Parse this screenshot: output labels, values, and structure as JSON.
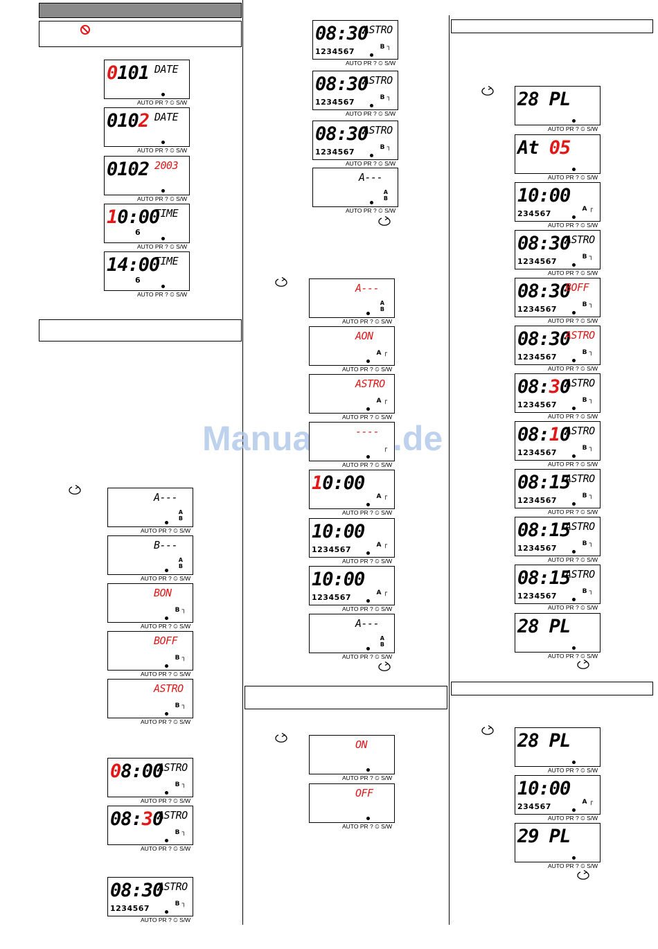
{
  "watermark": "ManualsLib.de",
  "caption": "AUTO PR ? ⏲ S/W",
  "col1": {
    "screens_top": [
      {
        "big": [
          {
            "t": "0",
            "c": "#e01818"
          },
          {
            "t": "101",
            "c": "#000"
          }
        ],
        "small": "DATE",
        "small_color": "#000",
        "days": "",
        "ab": "",
        "sym": ""
      },
      {
        "big": [
          {
            "t": "010",
            "c": "#000"
          },
          {
            "t": "2",
            "c": "#e01818"
          }
        ],
        "small": "DATE",
        "small_color": "#000",
        "days": "",
        "ab": "",
        "sym": ""
      },
      {
        "big": [
          {
            "t": "0102",
            "c": "#000"
          }
        ],
        "small": "2003",
        "small_color": "#e01818",
        "days": "",
        "ab": "",
        "sym": ""
      },
      {
        "big": [
          {
            "t": "1",
            "c": "#e01818"
          },
          {
            "t": "0:00",
            "c": "#000"
          }
        ],
        "small": "TIME",
        "small_color": "#000",
        "days": "6",
        "ab": "",
        "sym": ""
      },
      {
        "big": [
          {
            "t": "14:00",
            "c": "#000"
          }
        ],
        "small": "TIME",
        "small_color": "#000",
        "days": "6",
        "ab": "",
        "sym": ""
      }
    ],
    "screens_mid": [
      {
        "big": [],
        "small": "A---",
        "small_color": "#000",
        "days": "",
        "ab": "A\nB",
        "sym": ""
      },
      {
        "big": [],
        "small": "B---",
        "small_color": "#000",
        "days": "",
        "ab": "A\nB",
        "sym": ""
      },
      {
        "big": [],
        "small": "BON",
        "small_color": "#e01818",
        "days": "",
        "ab": "",
        "sym": "B ┐"
      },
      {
        "big": [],
        "small": "BOFF",
        "small_color": "#e01818",
        "days": "",
        "ab": "",
        "sym": "B ┐"
      },
      {
        "big": [],
        "small": "ASTRO",
        "small_color": "#e01818",
        "days": "",
        "ab": "",
        "sym": "B ┐"
      }
    ],
    "screens_bot": [
      {
        "big": [
          {
            "t": "0",
            "c": "#e01818"
          },
          {
            "t": "8:00",
            "c": "#000"
          }
        ],
        "small": "ASTRO",
        "small_color": "#000",
        "days": "",
        "ab": "",
        "sym": "B ┐"
      },
      {
        "big": [
          {
            "t": "08:",
            "c": "#000"
          },
          {
            "t": "3",
            "c": "#e01818"
          },
          {
            "t": "0",
            "c": "#000"
          }
        ],
        "small": "ASTRO",
        "small_color": "#000",
        "days": "",
        "ab": "",
        "sym": "B ┐"
      },
      {
        "big": [
          {
            "t": "08:30",
            "c": "#000"
          }
        ],
        "small": "ASTRO",
        "small_color": "#000",
        "days": "1234567",
        "ab": "",
        "sym": "B ┐"
      }
    ]
  },
  "col2": {
    "screens_top": [
      {
        "big": [
          {
            "t": "08:30",
            "c": "#000"
          }
        ],
        "small": "ASTRO",
        "small_color": "#000",
        "days": "1234567",
        "ab": "",
        "sym": "B ┐"
      },
      {
        "big": [
          {
            "t": "08:30",
            "c": "#000"
          }
        ],
        "small": "ASTRO",
        "small_color": "#000",
        "days": "1234567",
        "ab": "",
        "sym": "B ┐"
      },
      {
        "big": [
          {
            "t": "08:30",
            "c": "#000"
          }
        ],
        "small": "ASTRO",
        "small_color": "#000",
        "days": "1234567",
        "ab": "",
        "sym": "B ┐"
      },
      {
        "big": [],
        "small": "A---",
        "small_color": "#000",
        "days": "",
        "ab": "A\nB",
        "sym": ""
      }
    ],
    "screens_mid": [
      {
        "big": [],
        "small": "A---",
        "small_color": "#e01818",
        "days": "",
        "ab": "A\nB",
        "sym": ""
      },
      {
        "big": [],
        "small": "AON",
        "small_color": "#e01818",
        "days": "",
        "ab": "",
        "sym": "A ┌"
      },
      {
        "big": [],
        "small": "ASTRO",
        "small_color": "#e01818",
        "days": "",
        "ab": "",
        "sym": "A ┌"
      },
      {
        "big": [],
        "small": "----",
        "small_color": "#e01818",
        "days": "",
        "ab": "",
        "sym": "┌"
      },
      {
        "big": [
          {
            "t": "1",
            "c": "#e01818"
          },
          {
            "t": "0:00",
            "c": "#000"
          }
        ],
        "small": "",
        "small_color": "#000",
        "days": "",
        "ab": "",
        "sym": "A ┌"
      },
      {
        "big": [
          {
            "t": "10:00",
            "c": "#000"
          }
        ],
        "small": "",
        "small_color": "#000",
        "days": "1234567",
        "ab": "",
        "sym": "A ┌"
      },
      {
        "big": [
          {
            "t": "10:00",
            "c": "#000"
          }
        ],
        "small": "",
        "small_color": "#000",
        "days": "1234567",
        "ab": "",
        "sym": "A ┌"
      },
      {
        "big": [],
        "small": "A---",
        "small_color": "#000",
        "days": "",
        "ab": "A\nB",
        "sym": ""
      }
    ],
    "screens_bot": [
      {
        "big": [],
        "small": "ON",
        "small_color": "#e01818",
        "days": "",
        "ab": "",
        "sym": ""
      },
      {
        "big": [],
        "small": "OFF",
        "small_color": "#e01818",
        "days": "",
        "ab": "",
        "sym": ""
      }
    ]
  },
  "col3": {
    "screens_top": [
      {
        "big": [
          {
            "t": "28 PL",
            "c": "#000"
          }
        ],
        "small": "",
        "small_color": "#000",
        "days": "",
        "ab": "",
        "sym": ""
      },
      {
        "big": [
          {
            "t": "At ",
            "c": "#000"
          },
          {
            "t": "05",
            "c": "#e01818"
          }
        ],
        "small": "",
        "small_color": "#000",
        "days": "",
        "ab": "",
        "sym": ""
      },
      {
        "big": [
          {
            "t": "10:00",
            "c": "#000"
          }
        ],
        "small": "",
        "small_color": "#000",
        "days": "234567",
        "ab": "",
        "sym": "A ┌"
      },
      {
        "big": [
          {
            "t": "08:30",
            "c": "#000"
          }
        ],
        "small": "ASTRO",
        "small_color": "#000",
        "days": "1234567",
        "ab": "",
        "sym": "B ┐"
      },
      {
        "big": [
          {
            "t": "08:30",
            "c": "#000"
          }
        ],
        "small": "BOFF",
        "small_color": "#e01818",
        "days": "1234567",
        "ab": "",
        "sym": "B ┐"
      },
      {
        "big": [
          {
            "t": "08:30",
            "c": "#000"
          }
        ],
        "small": "ASTRO",
        "small_color": "#e01818",
        "days": "1234567",
        "ab": "",
        "sym": "B ┐"
      },
      {
        "big": [
          {
            "t": "08:",
            "c": "#000"
          },
          {
            "t": "3",
            "c": "#e01818"
          },
          {
            "t": "0",
            "c": "#000"
          }
        ],
        "small": "ASTRO",
        "small_color": "#000",
        "days": "1234567",
        "ab": "",
        "sym": "B ┐"
      },
      {
        "big": [
          {
            "t": "08:",
            "c": "#000"
          },
          {
            "t": "1",
            "c": "#e01818"
          },
          {
            "t": "0",
            "c": "#000"
          }
        ],
        "small": "ASTRO",
        "small_color": "#000",
        "days": "1234567",
        "ab": "",
        "sym": "B ┐"
      },
      {
        "big": [
          {
            "t": "08:15",
            "c": "#000"
          }
        ],
        "small": "ASTRO",
        "small_color": "#000",
        "days": "1234567",
        "ab": "",
        "sym": "B ┐"
      },
      {
        "big": [
          {
            "t": "08:15",
            "c": "#000"
          }
        ],
        "small": "ASTRO",
        "small_color": "#000",
        "days": "1234567",
        "ab": "",
        "sym": "B ┐"
      },
      {
        "big": [
          {
            "t": "08:15",
            "c": "#000"
          }
        ],
        "small": "ASTRO",
        "small_color": "#000",
        "days": "1234567",
        "ab": "",
        "sym": "B ┐"
      },
      {
        "big": [
          {
            "t": "28 PL",
            "c": "#000"
          }
        ],
        "small": "",
        "small_color": "#000",
        "days": "",
        "ab": "",
        "sym": ""
      }
    ],
    "screens_bot": [
      {
        "big": [
          {
            "t": "28 PL",
            "c": "#000"
          }
        ],
        "small": "",
        "small_color": "#000",
        "days": "",
        "ab": "",
        "sym": ""
      },
      {
        "big": [
          {
            "t": "10:00",
            "c": "#000"
          }
        ],
        "small": "",
        "small_color": "#000",
        "days": "234567",
        "ab": "",
        "sym": "A ┌"
      },
      {
        "big": [
          {
            "t": "29 PL",
            "c": "#000"
          }
        ],
        "small": "",
        "small_color": "#000",
        "days": "",
        "ab": "",
        "sym": ""
      }
    ]
  }
}
